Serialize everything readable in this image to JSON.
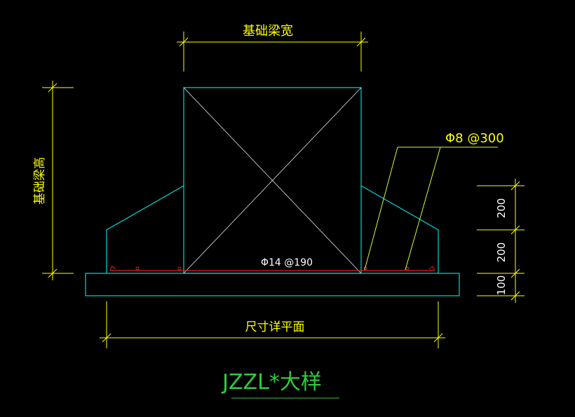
{
  "drawing": {
    "title": "JZZL*大样",
    "labels": {
      "beam_width": "基础梁宽",
      "beam_height": "基础梁高",
      "plan_size": "尺寸详平面",
      "stirrup_note": "Φ8 @300",
      "bottom_rebar_note": "Φ14 @190"
    },
    "dims": {
      "d1": "200",
      "d2": "200",
      "d3": "100"
    }
  },
  "colors": {
    "background": "#000000",
    "concrete_outline": "#00d7d7",
    "dimension": "#ffff00",
    "leader": "#ccff33",
    "rebar": "#e02020",
    "diagonal": "#e6e6e6",
    "title": "#2ecc40"
  }
}
